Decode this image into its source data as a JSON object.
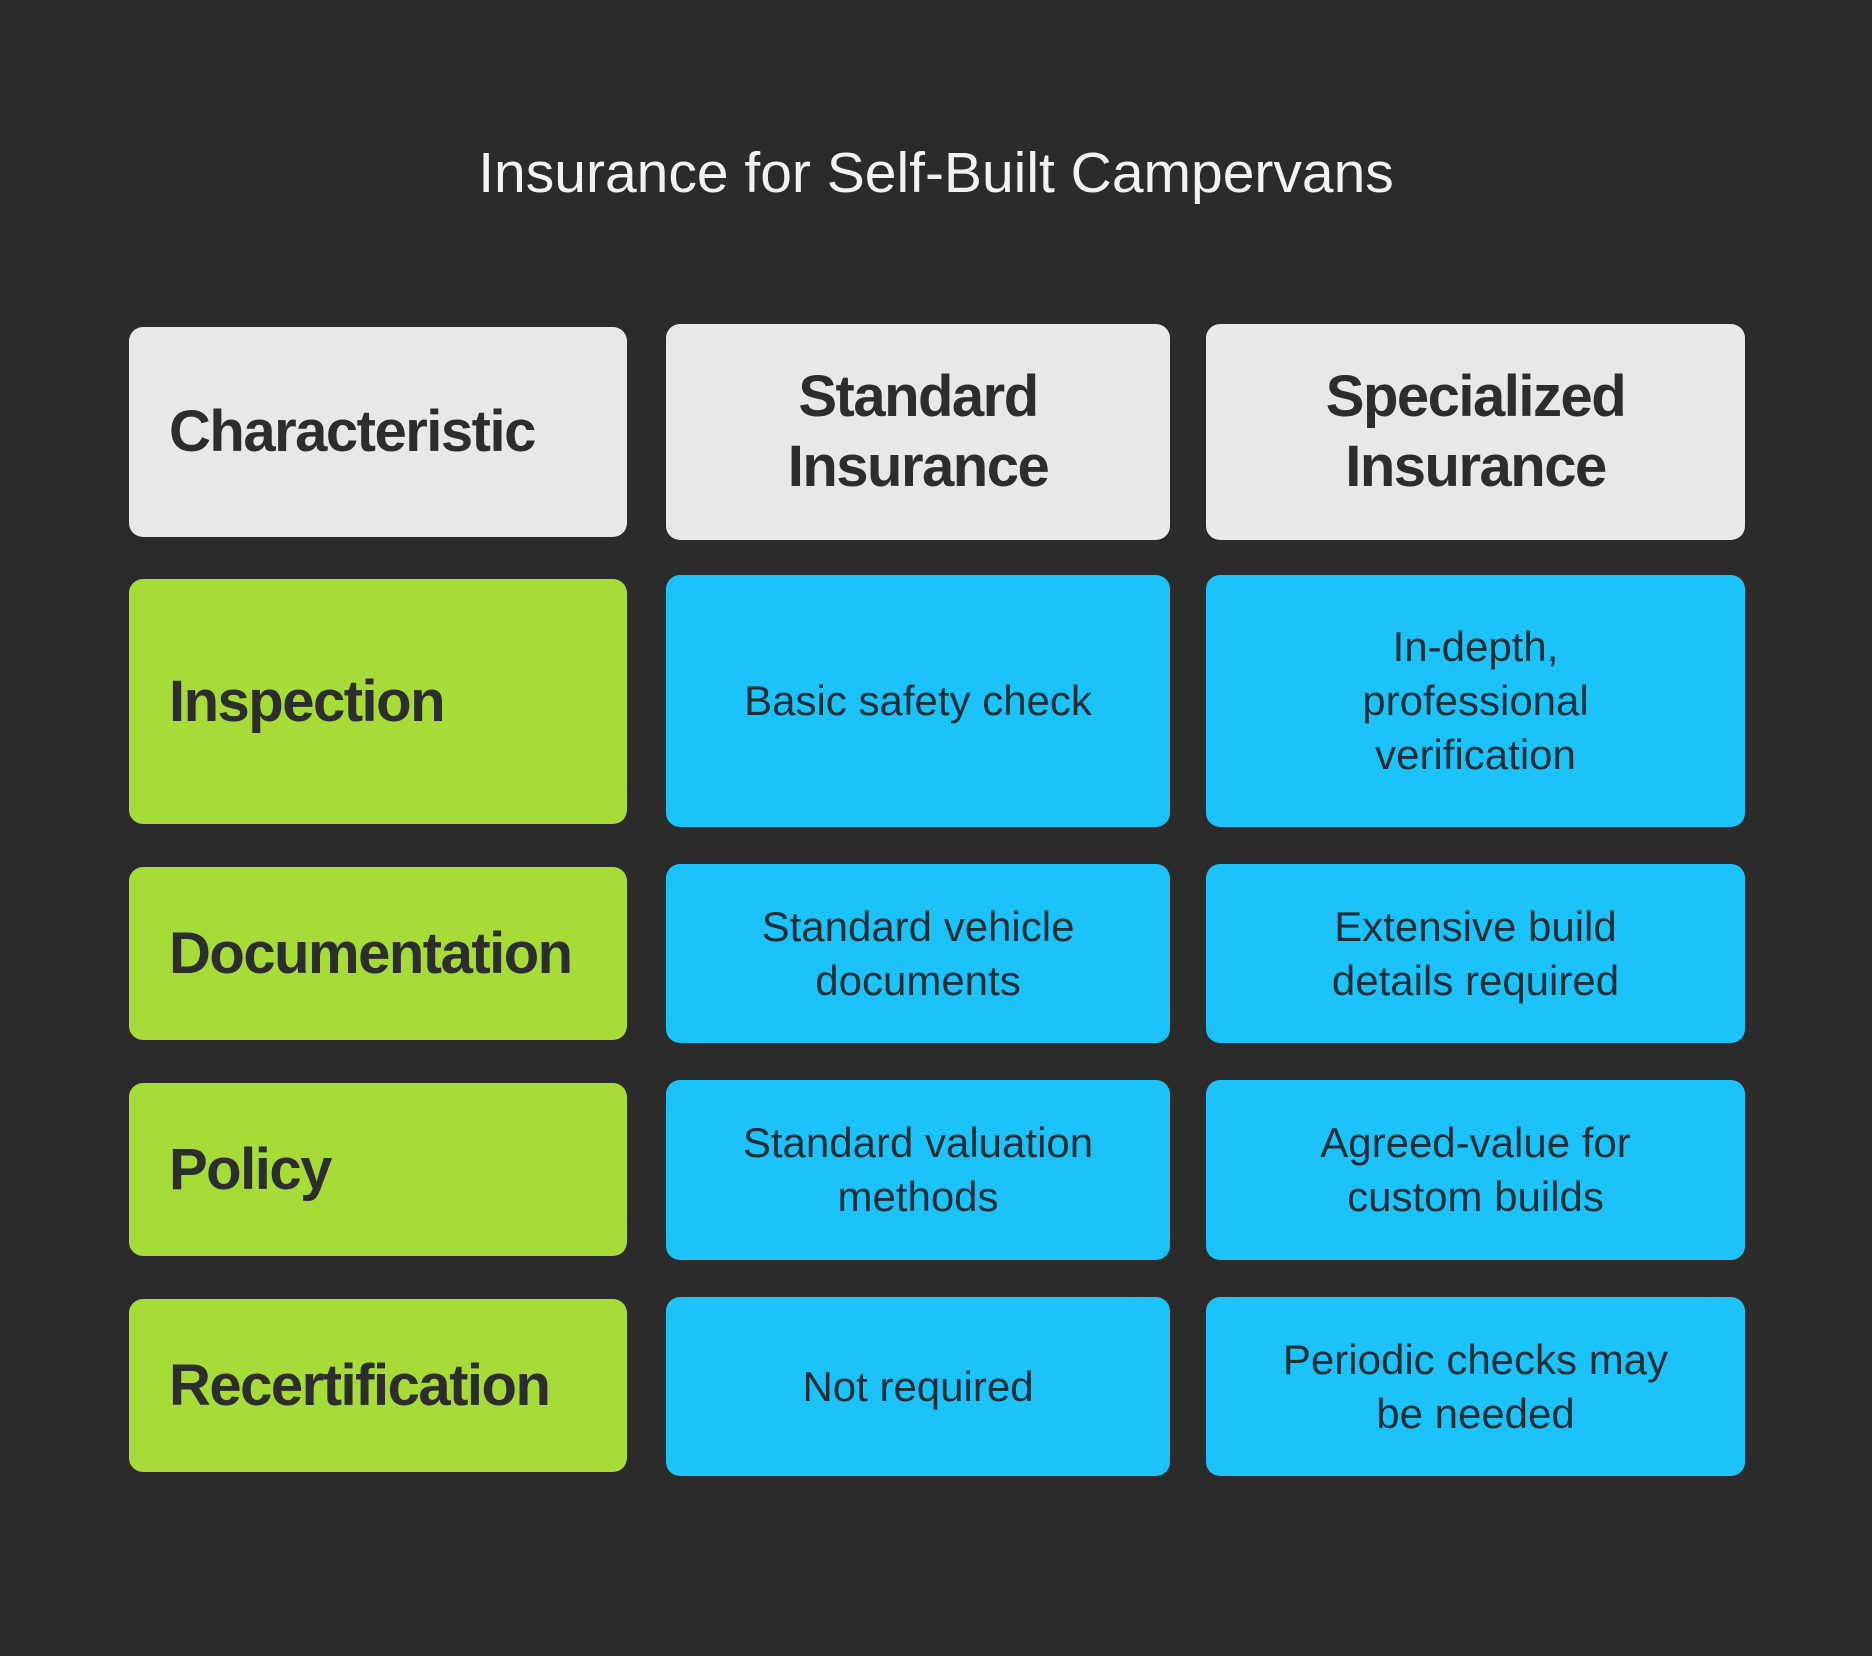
{
  "title": "Insurance for Self-Built Campervans",
  "headers": [
    "Characteristic",
    "Standard Insurance",
    "Specialized Insurance"
  ],
  "rows": [
    {
      "label": "Inspection",
      "standard": "Basic safety check",
      "specialized": "In-depth, professional verification"
    },
    {
      "label": "Documentation",
      "standard": "Standard vehicle documents",
      "specialized": "Extensive build details required"
    },
    {
      "label": "Policy",
      "standard": "Standard valuation methods",
      "specialized": "Agreed-value for custom builds"
    },
    {
      "label": "Recertification",
      "standard": "Not required",
      "specialized": "Periodic checks may be needed"
    }
  ],
  "colors": {
    "background": "#2b2b2b",
    "header": "#e8e8e8",
    "label": "#a6db38",
    "value": "#1cc3fb"
  }
}
